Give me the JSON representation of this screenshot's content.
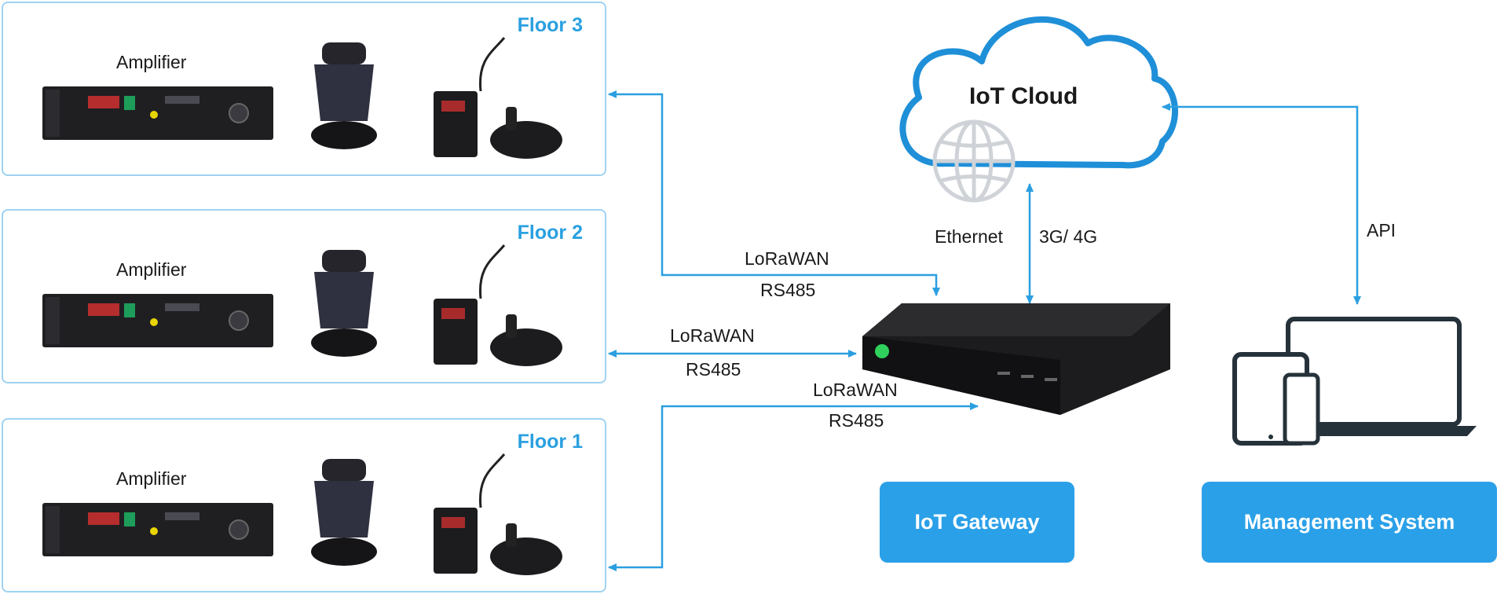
{
  "floors": [
    {
      "title": "Floor 3",
      "amp_label": "Amplifier"
    },
    {
      "title": "Floor 2",
      "amp_label": "Amplifier"
    },
    {
      "title": "Floor 1",
      "amp_label": "Amplifier"
    }
  ],
  "links": [
    {
      "proto": "LoRaWAN",
      "bus": "RS485"
    },
    {
      "proto": "LoRaWAN",
      "bus": "RS485"
    },
    {
      "proto": "LoRaWAN",
      "bus": "RS485"
    }
  ],
  "cloud": {
    "title": "IoT Cloud",
    "ethernet": "Ethernet",
    "cellular": "3G/ 4G"
  },
  "api_label": "API",
  "gateway_label": "IoT Gateway",
  "management_label": "Management System",
  "colors": {
    "accent": "#2aa0e8",
    "line": "#2a9fe0",
    "box_border": "#9fd3f1",
    "device": "#222222"
  }
}
